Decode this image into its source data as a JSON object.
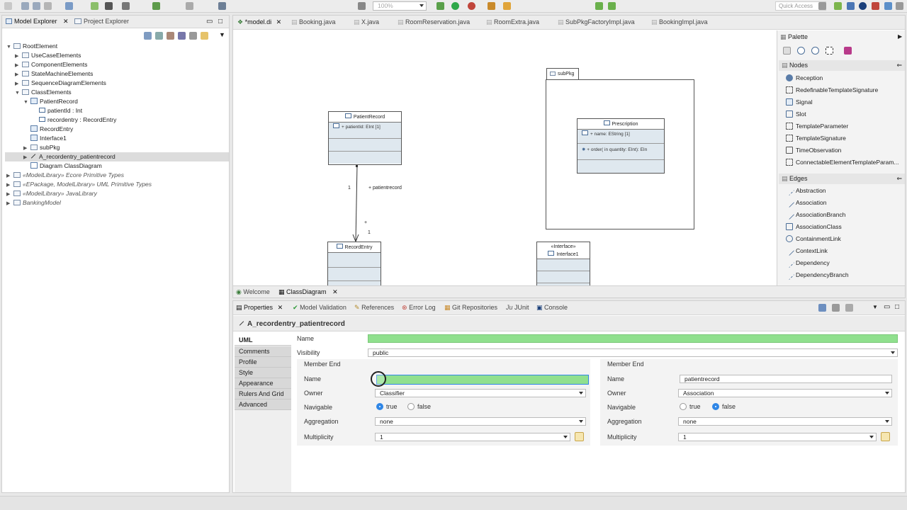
{
  "toolbar": {
    "zoom": "100%",
    "quick_access": "Quick Access"
  },
  "model_explorer": {
    "tabs": [
      "Model Explorer",
      "Project Explorer"
    ],
    "tree": [
      {
        "label": "RootElement",
        "level": 0,
        "expanded": true
      },
      {
        "label": "UseCaseElements",
        "level": 1,
        "folder": true
      },
      {
        "label": "ComponentElements",
        "level": 1,
        "folder": true
      },
      {
        "label": "StateMachineElements",
        "level": 1,
        "folder": true
      },
      {
        "label": "SequenceDiagramElements",
        "level": 1,
        "folder": true
      },
      {
        "label": "ClassElements",
        "level": 1,
        "folder": true,
        "expanded": true
      },
      {
        "label": "PatientRecord",
        "level": 2,
        "expanded": true
      },
      {
        "label": "patientId : Int",
        "level": 3
      },
      {
        "label": "recordentry : RecordEntry",
        "level": 3
      },
      {
        "label": "RecordEntry",
        "level": 2
      },
      {
        "label": "Interface1",
        "level": 2
      },
      {
        "label": "subPkg",
        "level": 2,
        "folder": true
      },
      {
        "label": "A_recordentry_patientrecord",
        "level": 2,
        "selected": true
      },
      {
        "label": "Diagram ClassDiagram",
        "level": 2
      },
      {
        "label": "«ModelLibrary» Ecore Primitive Types",
        "level": 0,
        "italic": true
      },
      {
        "label": "«EPackage, ModelLibrary» UML Primitive Types",
        "level": 0,
        "italic": true
      },
      {
        "label": "«ModelLibrary» JavaLibrary",
        "level": 0,
        "italic": true
      },
      {
        "label": "BankingModel",
        "level": 0,
        "italic": true
      }
    ]
  },
  "editor": {
    "tabs": [
      "*model.di",
      "Booking.java",
      "X.java",
      "RoomReservation.java",
      "RoomExtra.java",
      "SubPkgFactoryImpl.java",
      "BookingImpl.java"
    ],
    "bottom_tabs": [
      "Welcome",
      "ClassDiagram"
    ],
    "diagram": {
      "patient_record": {
        "name": "PatientRecord",
        "attr": "+ patientId: EInt [1]"
      },
      "record_entry": {
        "name": "RecordEntry"
      },
      "subpkg": {
        "name": "subPkg"
      },
      "prescription": {
        "name": "Prescription",
        "attr": "+ name: EString [1]",
        "op": "+ order( in quantity: EInt): EIn"
      },
      "interface1": {
        "stereotype": "«Interface»",
        "name": "Interface1"
      },
      "assoc_labels": {
        "mult_top": "1",
        "role_top": "+ patientrecord",
        "plus_bottom": "+",
        "mult_bottom": "1"
      }
    }
  },
  "palette": {
    "title": "Palette",
    "nodes_header": "Nodes",
    "nodes": [
      "Reception",
      "RedefinableTemplateSignature",
      "Signal",
      "Slot",
      "TemplateParameter",
      "TemplateSignature",
      "TimeObservation",
      "ConnectableElementTemplateParam..."
    ],
    "edges_header": "Edges",
    "edges": [
      "Abstraction",
      "Association",
      "AssociationBranch",
      "AssociationClass",
      "ContainmentLink",
      "ContextLink",
      "Dependency",
      "DependencyBranch"
    ]
  },
  "properties": {
    "tabs": [
      "Properties",
      "Model Validation",
      "References",
      "Error Log",
      "Git Repositories",
      "JUnit",
      "Console"
    ],
    "title": "A_recordentry_patientrecord",
    "side_tabs": [
      "UML",
      "Comments",
      "Profile",
      "Style",
      "Appearance",
      "Rulers And Grid",
      "Advanced"
    ],
    "name_label": "Name",
    "visibility_label": "Visibility",
    "visibility_value": "public",
    "member_end_label": "Member End",
    "left_end": {
      "name_label": "Name",
      "name_value": "",
      "owner_label": "Owner",
      "owner_value": "Classifier",
      "navigable_label": "Navigable",
      "true_label": "true",
      "false_label": "false",
      "aggregation_label": "Aggregation",
      "aggregation_value": "none",
      "multiplicity_label": "Multiplicity",
      "multiplicity_value": "1"
    },
    "right_end": {
      "name_label": "Name",
      "name_value": "patientrecord",
      "owner_label": "Owner",
      "owner_value": "Association",
      "navigable_label": "Navigable",
      "true_label": "true",
      "false_label": "false",
      "aggregation_label": "Aggregation",
      "aggregation_value": "none",
      "multiplicity_label": "Multiplicity",
      "multiplicity_value": "1"
    }
  }
}
